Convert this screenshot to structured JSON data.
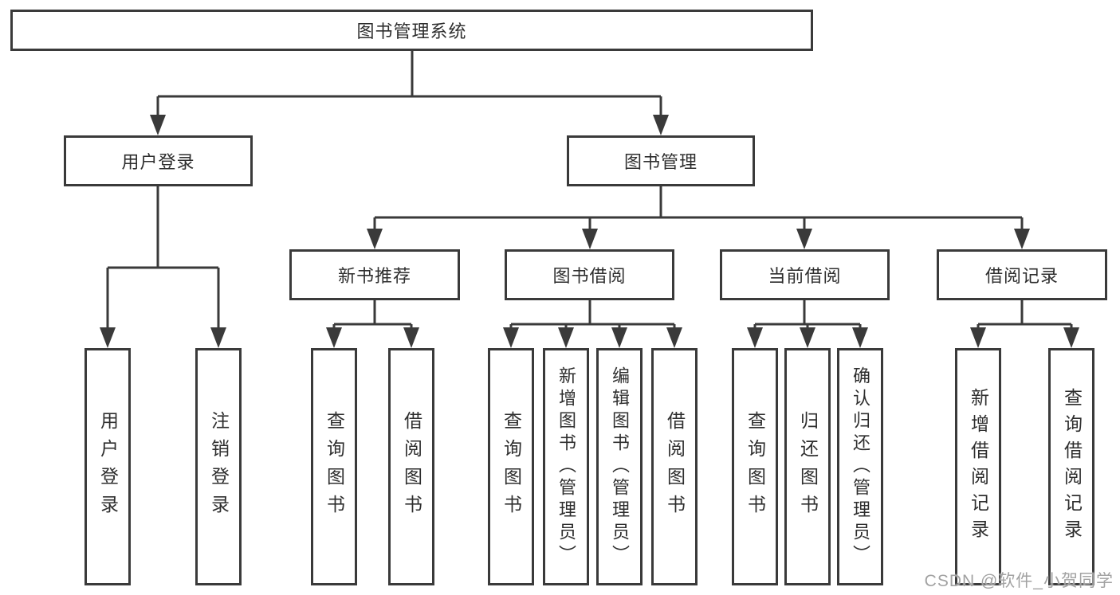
{
  "tree": {
    "label": "图书管理系统",
    "children": [
      {
        "label": "用户登录",
        "children": [
          {
            "label": "用户登录"
          },
          {
            "label": "注销登录"
          }
        ]
      },
      {
        "label": "图书管理",
        "children": [
          {
            "label": "新书推荐",
            "children": [
              {
                "label": "查询图书"
              },
              {
                "label": "借阅图书"
              }
            ]
          },
          {
            "label": "图书借阅",
            "children": [
              {
                "label": "查询图书"
              },
              {
                "label": "新增图书（管理员）"
              },
              {
                "label": "编辑图书（管理员）"
              },
              {
                "label": "借阅图书"
              }
            ]
          },
          {
            "label": "当前借阅",
            "children": [
              {
                "label": "查询图书"
              },
              {
                "label": "归还图书"
              },
              {
                "label": "确认归还（管理员）"
              }
            ]
          },
          {
            "label": "借阅记录",
            "children": [
              {
                "label": "新增借阅记录"
              },
              {
                "label": "查询借阅记录"
              }
            ]
          }
        ]
      }
    ]
  },
  "watermark": {
    "text": "CSDN @软件_小贺同学"
  },
  "colors": {
    "line": "#3a3a3a",
    "text": "#2e2e2e",
    "watermark": "#a2a2a2",
    "background": "#ffffff"
  }
}
